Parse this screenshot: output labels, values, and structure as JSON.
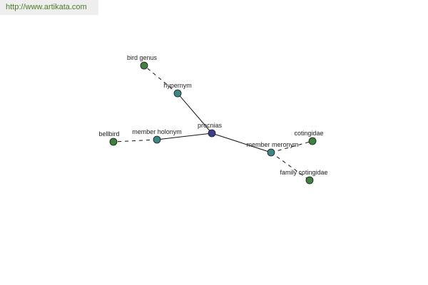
{
  "banner": {
    "url": "http://www.artikata.com"
  },
  "colors": {
    "banner_bg": "#eeeeee",
    "banner_text": "#4a7a26",
    "center_node": "#3c3e8a",
    "relation_node": "#3e8585",
    "leaf_node": "#3f7f3f",
    "edge": "#111111"
  },
  "graph": {
    "center": {
      "id": "procnias",
      "label": "procnias",
      "type": "center"
    },
    "relations": [
      {
        "id": "hypernym",
        "label": "hypernym",
        "type": "relation",
        "children": [
          {
            "id": "bird-genus",
            "label": "bird genus",
            "type": "leaf"
          }
        ]
      },
      {
        "id": "member-holonym",
        "label": "member holonym",
        "type": "relation",
        "children": [
          {
            "id": "bellbird",
            "label": "bellbird",
            "type": "leaf"
          }
        ]
      },
      {
        "id": "member-meronym",
        "label": "member meronym",
        "type": "relation",
        "children": [
          {
            "id": "cotingidae",
            "label": "cotingidae",
            "type": "leaf"
          },
          {
            "id": "family-cotingidae",
            "label": "family cotingidae",
            "type": "leaf"
          }
        ]
      }
    ]
  }
}
